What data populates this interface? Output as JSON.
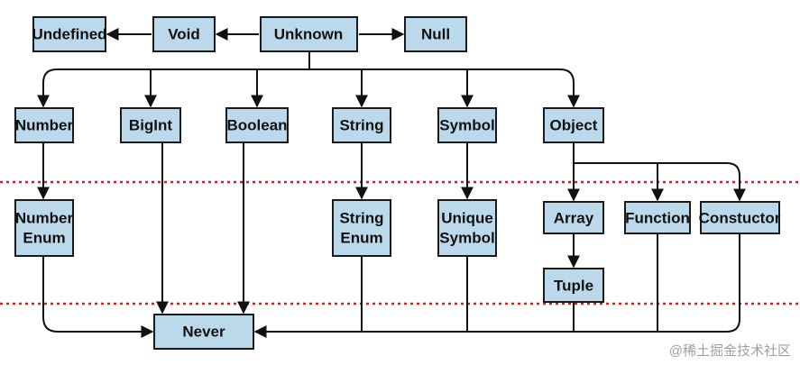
{
  "diagram": {
    "nodes": {
      "undefined": "Undefined",
      "void": "Void",
      "unknown": "Unknown",
      "null": "Null",
      "number": "Number",
      "bigint": "BigInt",
      "boolean": "Boolean",
      "string": "String",
      "symbol": "Symbol",
      "object": "Object",
      "number_enum": [
        "Number",
        "Enum"
      ],
      "string_enum": [
        "String",
        "Enum"
      ],
      "unique_symbol": [
        "Unique",
        "Symbol"
      ],
      "array": "Array",
      "function": "Function",
      "constructor": "Constuctor",
      "tuple": "Tuple",
      "never": "Never"
    },
    "colors": {
      "node_fill": "#bcd9ec",
      "node_border": "#1a1a1a",
      "edge": "#111111",
      "separator": "#d81e1e"
    }
  },
  "watermark": "@稀土掘金技术社区"
}
